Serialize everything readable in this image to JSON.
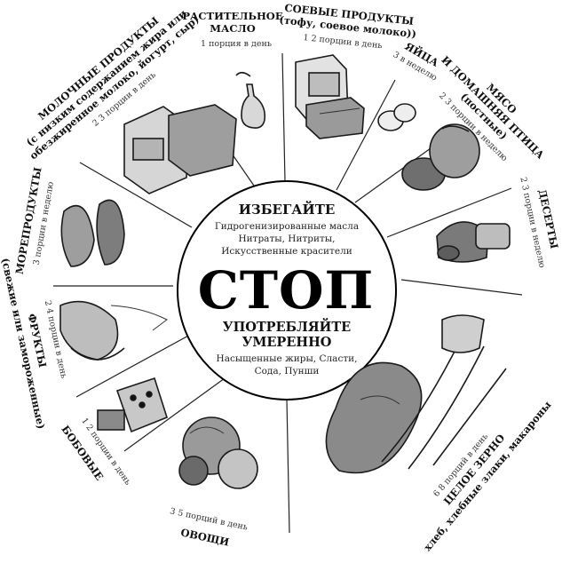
{
  "center": {
    "avoid_title": "ИЗБЕГАЙТЕ",
    "avoid_items": [
      "Гидрогенизированные масла",
      "Нитраты, Нитриты,",
      "Искусственные красители"
    ],
    "stop": "СТОП",
    "moderate_title": [
      "УПОТРЕБЛЯЙТЕ",
      "УМЕРЕННО"
    ],
    "moderate_items": [
      "Насыщенные жиры, Сласти,",
      "Сода, Пунши"
    ]
  },
  "segments": {
    "oil": {
      "title": [
        "РАСТИТЕЛЬНОЕ",
        "МАСЛО"
      ],
      "subtitle": "1 порция в день"
    },
    "soy": {
      "title": [
        "СОЕВЫЕ ПРОДУКТЫ",
        "(тофу, соевое молоко))"
      ],
      "subtitle": "1 2 порции в день"
    },
    "eggs": {
      "title": "ЯЙЦА",
      "subtitle": "3 в неделю"
    },
    "meat": {
      "title": [
        "МЯСО",
        "И ДОМАШНЯЯ ПТИЦА",
        "(постные)"
      ],
      "subtitle": "2 3 порции в неделю"
    },
    "desserts": {
      "title": "ДЕСЕРТЫ",
      "subtitle": "2 3 порции в неделю"
    },
    "grains": {
      "title": [
        "ЦЕЛОЕ ЗЕРНО",
        "хлеб, хлебные злаки, макароны"
      ],
      "subtitle": "6 8 порций в день"
    },
    "vegetables": {
      "title": "ОВОЩИ",
      "subtitle": "3 5 порций в день"
    },
    "legumes": {
      "title": "БОБОВЫЕ",
      "subtitle": "1 2 порции в день"
    },
    "fruits": {
      "title": [
        "ФРУКТЫ",
        "(свежие или замороженные)"
      ],
      "subtitle": "2 4 порции в день"
    },
    "seafood": {
      "title": "МОРЕПРОДУКТЫ",
      "subtitle": "3 порции в неделю"
    },
    "dairy": {
      "title": [
        "МОЛОЧНЫЕ ПРОДУКТЫ",
        "(с низким содержанием жира или",
        "обезжиренное молоко, йогурт, сыр)"
      ],
      "subtitle": "2 3 порции в день"
    }
  }
}
